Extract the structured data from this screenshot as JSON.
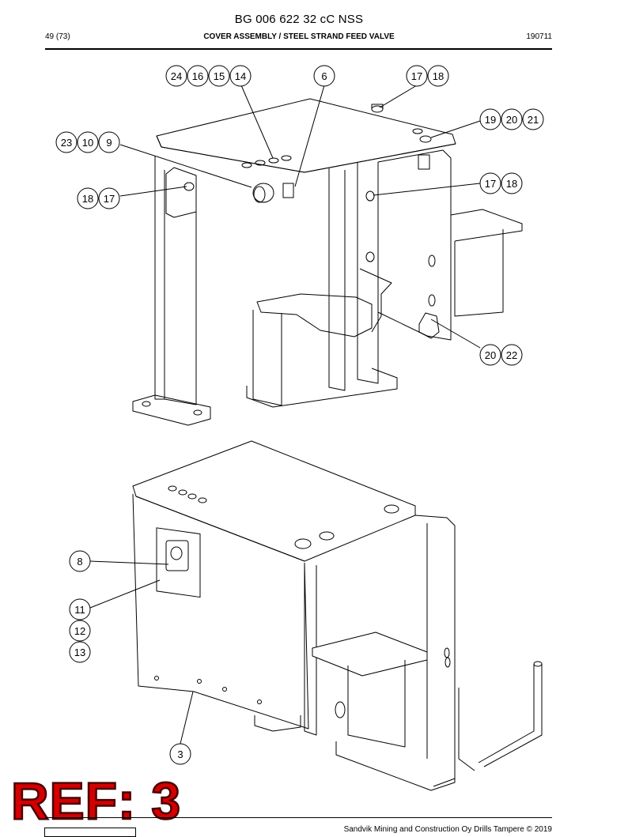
{
  "header": {
    "doc_title": "BG 006 622 32 cC NSS",
    "page": "49 (73)",
    "section_title": "COVER ASSEMBLY / STEEL STRAND FEED VALVE",
    "date_code": "190711"
  },
  "callouts": {
    "c24": "24",
    "c16a": "16",
    "c15": "15",
    "c14": "14",
    "c6": "6",
    "c17a": "17",
    "c18a": "18",
    "c19": "19",
    "c20a": "20",
    "c21": "21",
    "c23": "23",
    "c10": "10",
    "c9": "9",
    "c18b": "18",
    "c17b": "17",
    "c17c": "17",
    "c18c": "18",
    "c20b": "20",
    "c22": "22",
    "c8": "8",
    "c11": "11",
    "c12": "12",
    "c13": "13",
    "c3": "3"
  },
  "stamp": {
    "ref_text": "REF: 3"
  },
  "footer": {
    "copyright": "Sandvik Mining and Construction Oy Drills Tampere © 2019"
  }
}
